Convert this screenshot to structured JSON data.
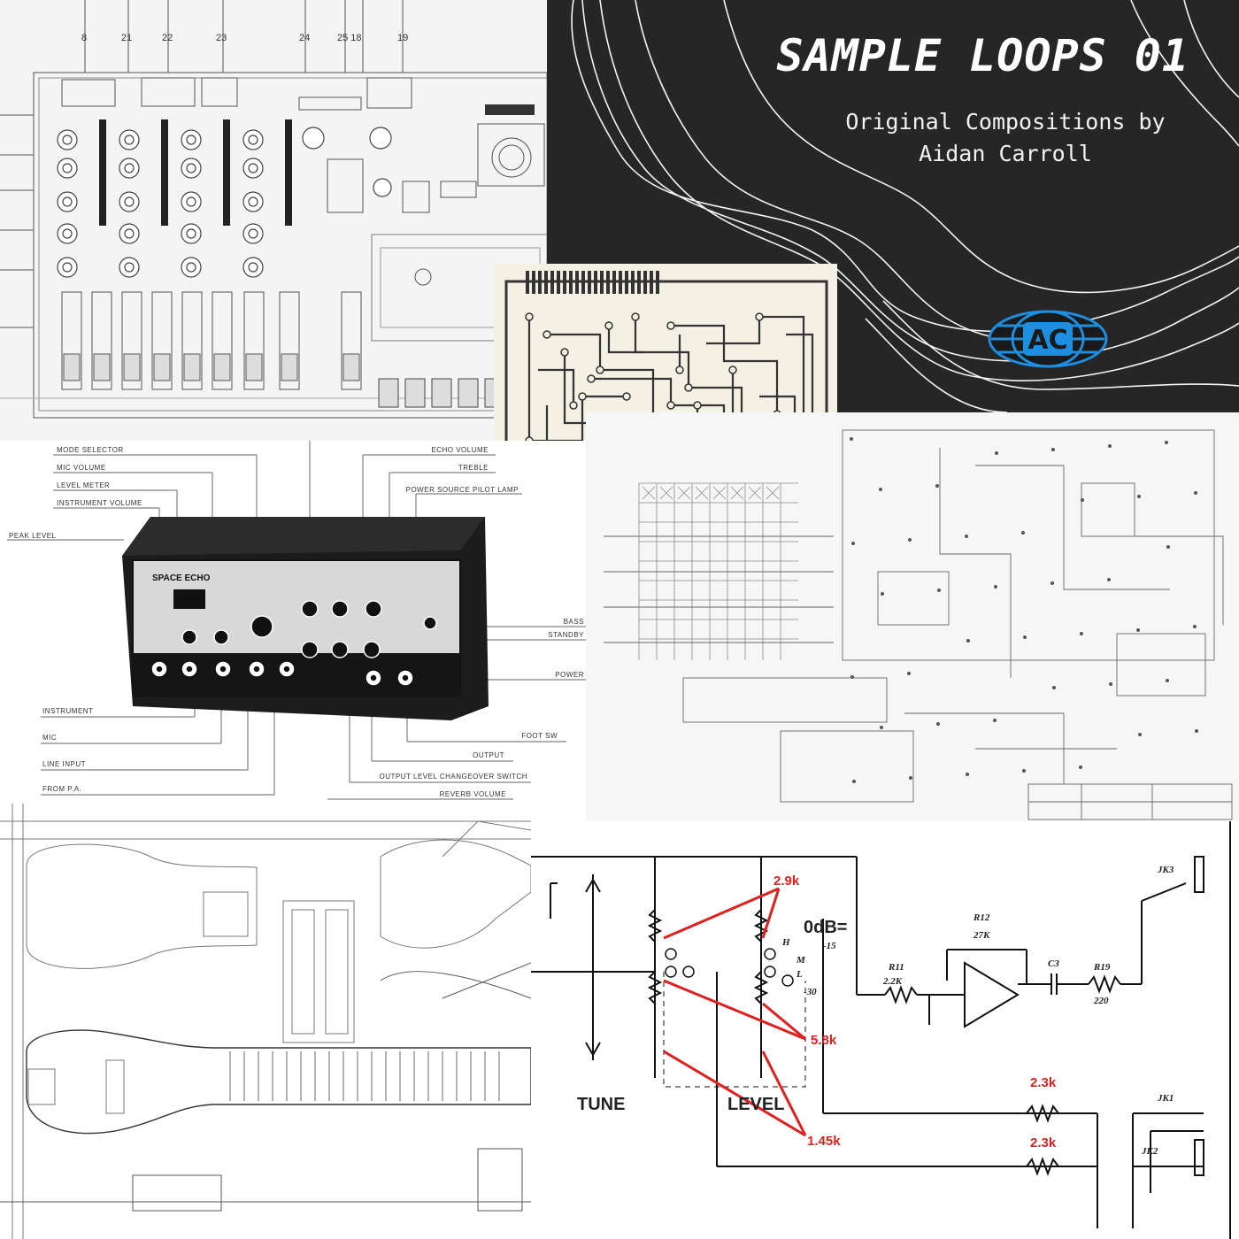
{
  "cover": {
    "title": "SAMPLE LOOPS 01",
    "subtitle": "Original Compositions by Aidan Carroll",
    "logo": "globe-ac-logo",
    "accent_color": "#1e8fe0",
    "background_color": "#262626"
  },
  "mixer": {
    "numbers": [
      "8",
      "21",
      "22",
      "23",
      "24",
      "25 18",
      "19"
    ]
  },
  "space_echo": {
    "brand": "SPACE ECHO",
    "labels_top": [
      "MODE SELECTOR",
      "MIC VOLUME",
      "LEVEL METER",
      "INSTRUMENT VOLUME",
      "PEAK LEVEL"
    ],
    "labels_top_right": [
      "ECHO VOLUME",
      "TREBLE",
      "POWER SOURCE PILOT LAMP"
    ],
    "labels_right": [
      "BASS",
      "STANDBY",
      "POWER"
    ],
    "labels_bottom": [
      "INSTRUMENT",
      "MIC",
      "LINE INPUT",
      "FROM P.A."
    ],
    "labels_bottom_right": [
      "FOOT SW",
      "OUTPUT",
      "OUTPUT LEVEL CHANGEOVER SWITCH",
      "REVERB VOLUME"
    ]
  },
  "tune_schematic": {
    "annotations": [
      "2.9k",
      "5.8k",
      "1.45k",
      "2.3k",
      "2.3k"
    ],
    "labels": [
      "TUNE",
      "LEVEL",
      "0dB=",
      "-15",
      "-30",
      "H",
      "M",
      "L"
    ],
    "components": [
      "R11",
      "2.2K",
      "R12",
      "27K",
      "C3",
      "R19",
      "220",
      "JK3",
      "JK1",
      "JK2"
    ]
  }
}
